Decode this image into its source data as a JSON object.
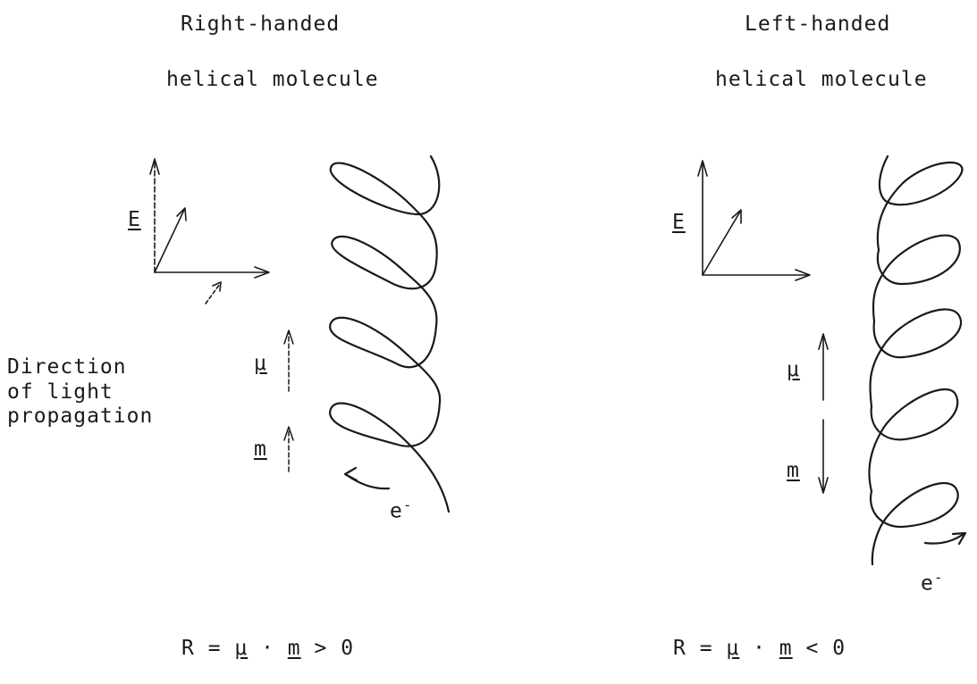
{
  "left": {
    "title_line1": "Right-handed",
    "title_line2": "helical molecule",
    "e_label": "E",
    "direction_line1": "Direction",
    "direction_line2": "of light",
    "direction_line3": "propagation",
    "mu_label": "μ",
    "m_label": "m",
    "electron_base": "e",
    "electron_sup": "-",
    "formula": {
      "prefix": "R = ",
      "mu": "μ",
      "dot": " · ",
      "m": "m",
      "relation": " > 0"
    }
  },
  "right": {
    "title_line1": "Left-handed",
    "title_line2": "helical molecule",
    "e_label": "E",
    "mu_label": "μ",
    "m_label": "m",
    "electron_base": "e",
    "electron_sup": "-",
    "formula": {
      "prefix": "R = ",
      "mu": "μ",
      "dot": " · ",
      "m": "m",
      "relation": " < 0"
    }
  }
}
